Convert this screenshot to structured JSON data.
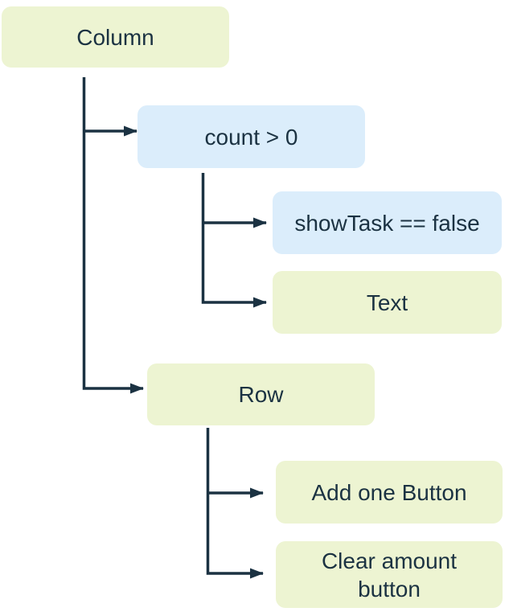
{
  "diagram": {
    "type": "widget-tree-flowchart",
    "background": "#ffffff",
    "colors": {
      "widget_fill": "#edf4d2",
      "condition_fill": "#dbedfb",
      "line": "#1b3242",
      "text": "#1b3242"
    },
    "nodes": [
      {
        "id": "column",
        "label": "Column",
        "kind": "widget"
      },
      {
        "id": "count-condition",
        "label": "count > 0",
        "kind": "condition"
      },
      {
        "id": "showtask-condition",
        "label": "showTask == false",
        "kind": "condition"
      },
      {
        "id": "text-widget",
        "label": "Text",
        "kind": "widget"
      },
      {
        "id": "row",
        "label": "Row",
        "kind": "widget"
      },
      {
        "id": "add-one-button",
        "label": "Add one Button",
        "kind": "widget"
      },
      {
        "id": "clear-amount-button",
        "label": "Clear amount\nbutton",
        "kind": "widget"
      }
    ],
    "edges": [
      {
        "from": "Column",
        "to": "count > 0"
      },
      {
        "from": "count > 0",
        "to": "showTask == false"
      },
      {
        "from": "count > 0",
        "to": "Text"
      },
      {
        "from": "Column",
        "to": "Row"
      },
      {
        "from": "Row",
        "to": "Add one Button"
      },
      {
        "from": "Row",
        "to": "Clear amount button"
      }
    ]
  }
}
